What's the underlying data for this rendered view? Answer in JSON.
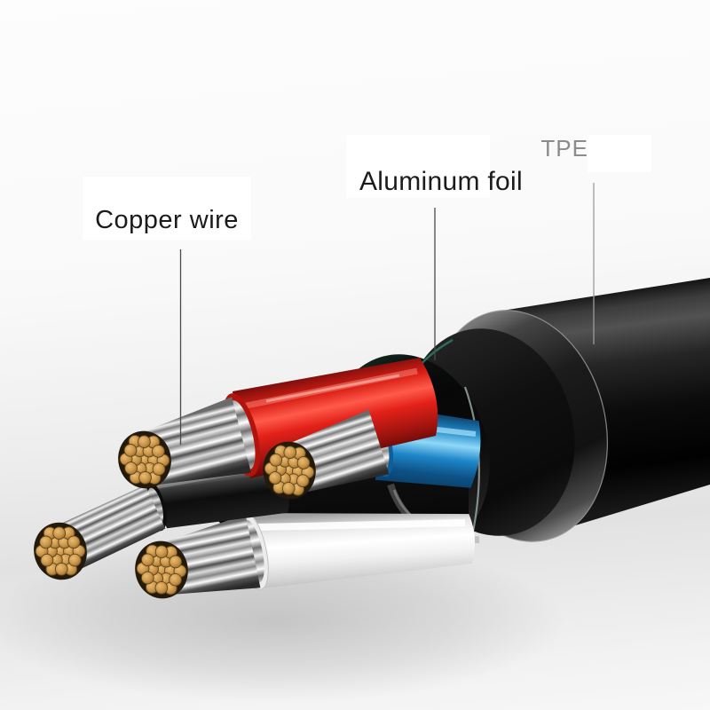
{
  "scene": {
    "description": "Cutaway product illustration of a black cable showing internal construction"
  },
  "labels": {
    "copper_wire": {
      "text": "Copper wire",
      "color": "#1b1b1b"
    },
    "aluminum_foil": {
      "text": "Aluminum foil",
      "color": "#1b1b1b"
    },
    "tpe": {
      "text": "TPE",
      "color": "#8b8b8b"
    }
  },
  "materials": {
    "jacket_color": "#0d0d0d",
    "foil_edge_color": "#2e7f6d",
    "copper_color": "#cf9a4e",
    "strand_silver_color": "#d9d9d9",
    "insulation_colors": {
      "red": "#e32119",
      "blue": "#1e8fd0",
      "black": "#1d1d1d",
      "white": "#f4f4f4"
    },
    "background_color": "#f2f2f2"
  }
}
